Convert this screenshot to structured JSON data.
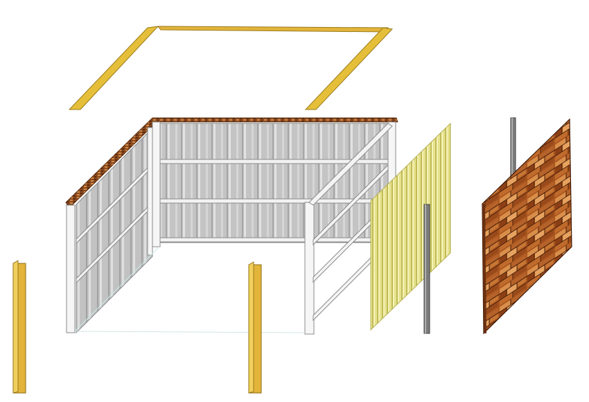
{
  "figure": {
    "kind": "exploded-isometric-wall-assembly",
    "background": "#ffffff",
    "text_labels": []
  },
  "components": [
    {
      "id": "top-frame-rail",
      "color": "#e6bf3a",
      "role": "top channel frame"
    },
    {
      "id": "open-frame",
      "color": "#eeeeee",
      "role": "framed enclosure with cladding on back and left walls"
    },
    {
      "id": "corrugated-panel",
      "color": "#e3e08a",
      "role": "corrugated sheet panel"
    },
    {
      "id": "stone-panel",
      "color": "#b8642a",
      "role": "stone-textured facade panel"
    },
    {
      "id": "corner-post-left",
      "color": "#e2b43a",
      "role": "corner angle post"
    },
    {
      "id": "corner-post-middle",
      "color": "#e2b43a",
      "role": "corner angle post"
    },
    {
      "id": "grey-post-middle",
      "color": "#808080",
      "role": "steel post"
    },
    {
      "id": "grey-post-right",
      "color": "#808080",
      "role": "steel post"
    }
  ],
  "colors": {
    "gold": "#e2b43a",
    "gold_dark": "#b08a1e",
    "frame_white": "#f4f4f4",
    "frame_outline": "#9a9a9a",
    "cladding_grey": "#bdbdbd",
    "cladding_light": "#d8d8d8",
    "corrugated": "#e3e08a",
    "corrugated_dark": "#c9c463",
    "stone_base": "#b8642a",
    "stone_dark": "#5a2a10",
    "stone_light": "#e09a55",
    "steel": "#7d7d7d"
  }
}
